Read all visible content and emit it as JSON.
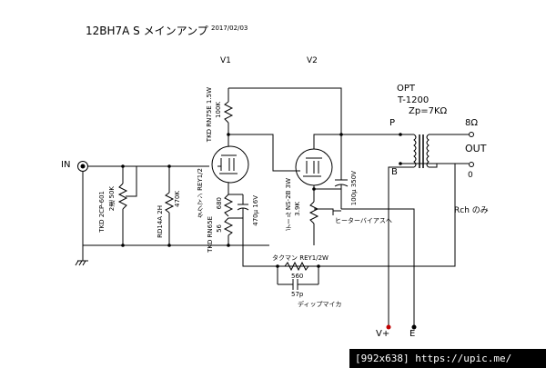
{
  "title": "12BH7A S メインアンプ",
  "date": "2017/02/03",
  "tubes": {
    "v1": "V1",
    "v2": "V2"
  },
  "opt": {
    "name": "OPT",
    "model": "T-1200",
    "zp": "Zp=7KΩ"
  },
  "terminals": {
    "p": "P",
    "b": "B",
    "ohm": "8Ω",
    "out": "OUT",
    "zero": "0",
    "vplus": "V+",
    "e": "E",
    "in": "IN"
  },
  "parts": {
    "r_plate_v1": "TKD RN75E 1.5W",
    "r_plate_val": "100K",
    "vol_label": "TKD 2CP-601",
    "vol_type": "2連 50K",
    "r_grid_type": "RD14A 2H",
    "r_grid_val": "470K",
    "r_cathode_type": "タクマン REY1/2",
    "r_cathode_val": "680",
    "r_cathode2_type": "TKD RN65E",
    "r_cathode2_val": "56",
    "cap_cathode": "470μ 16V",
    "r_v2_type": "デール NS-2B 3W",
    "r_v2_val": "3.9K",
    "cap_v2": "100μ 350V",
    "heater": "ヒーターバイアスへ",
    "nfb_r_type": "タクマン REY1/2W",
    "nfb_r_val": "560",
    "nfb_c_val": "57p",
    "nfb_c_type": "ディップマイカ"
  },
  "note": "Rch のみ",
  "footer": "[992x638] https://upic.me/"
}
